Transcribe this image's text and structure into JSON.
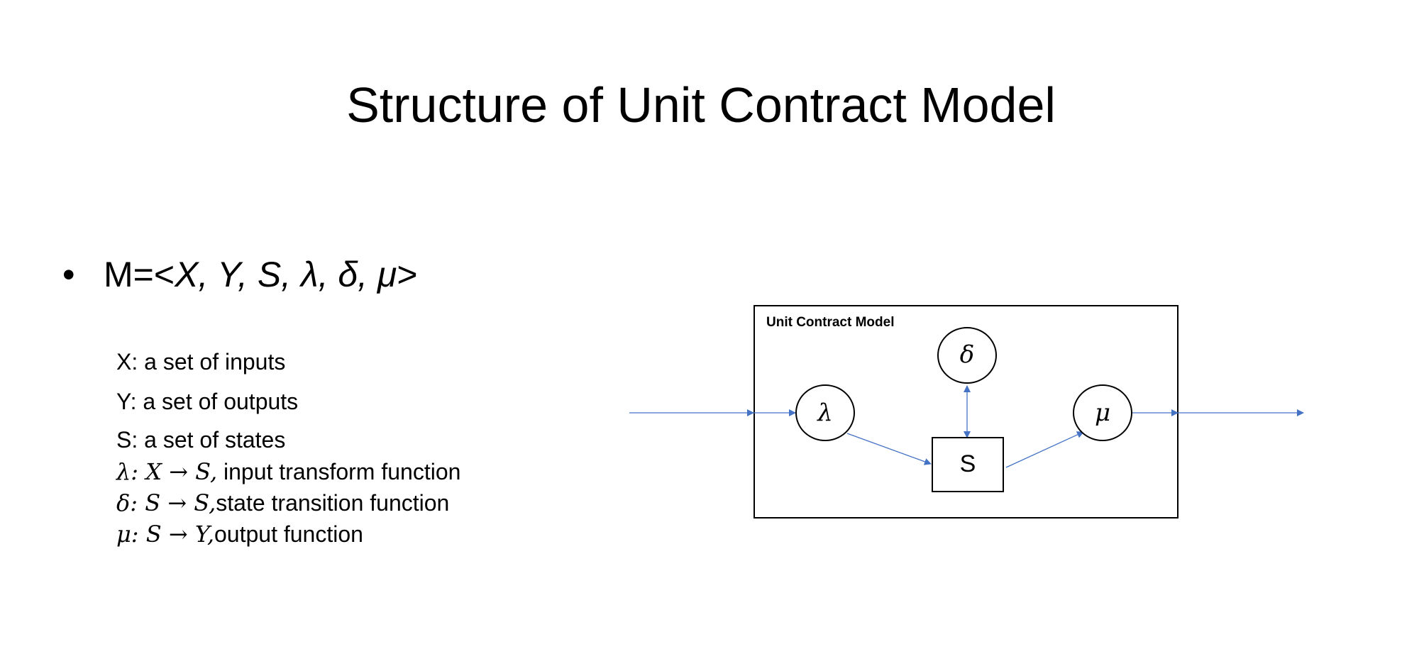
{
  "slide": {
    "title": "Structure of Unit Contract Model",
    "bullet": {
      "prefix": "M=<",
      "tuple": "X, Y, S, λ, δ, μ",
      "suffix": ">"
    },
    "definitions": [
      {
        "symbol": "",
        "text": "X: a set of inputs"
      },
      {
        "symbol": "",
        "text": "Y: a set of outputs"
      },
      {
        "symbol": "",
        "text": "S: a set of states"
      },
      {
        "symbol": "λ: X → S,",
        "text": " input transform function"
      },
      {
        "symbol": "δ: S → S,",
        "text": "state transition function"
      },
      {
        "symbol": "μ: S → Y,",
        "text": "output function"
      }
    ]
  },
  "diagram": {
    "box_label": "Unit Contract Model",
    "nodes": {
      "lambda": "λ",
      "delta": "δ",
      "mu": "μ",
      "state": "S"
    },
    "arrow_color": "#4472C4"
  }
}
